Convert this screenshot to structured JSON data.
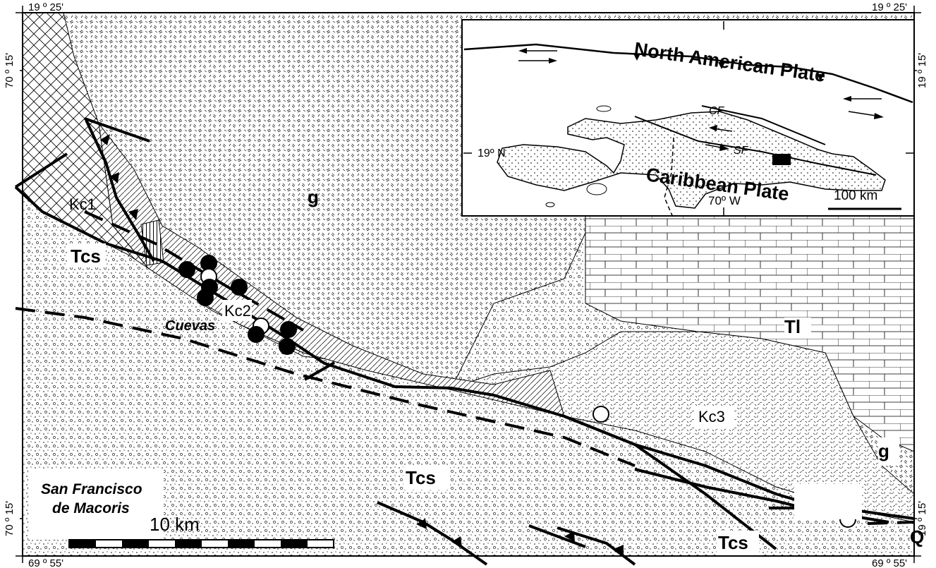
{
  "coordinates": {
    "top_left_lat": "19 º 25'",
    "top_right_lat": "19 º 25'",
    "left_top_lon": "70 º 15'",
    "right_top_lat": "19 º 15'",
    "left_bottom_lon": "70 º 15'",
    "right_bottom_lat": "19 º 15'",
    "bottom_left_lon": "69 º 55'",
    "bottom_right_lon": "69 º 55'"
  },
  "units": {
    "kc1": "Kc1",
    "kc2": "Kc2",
    "kc3": "Kc3",
    "g_main": "g",
    "g_east": "g",
    "tcs_west": "Tcs",
    "tcs_center": "Tcs",
    "tcs_east": "Tcs",
    "tl": "Tl",
    "q": "Q"
  },
  "places": {
    "cuevas": "Cuevas",
    "sfm_line1": "San Francisco",
    "sfm_line2": "de Macoris"
  },
  "scale_bar": {
    "label": "10 km"
  },
  "inset": {
    "north_american_plate": "North American Plate",
    "caribbean_plate": "Caribbean Plate",
    "cf": "CF",
    "sf": "SF",
    "lat_label": "19º N",
    "lon_label": "70º W",
    "scale": "100 km"
  },
  "colors": {
    "ink": "#000000",
    "paper": "#ffffff"
  }
}
